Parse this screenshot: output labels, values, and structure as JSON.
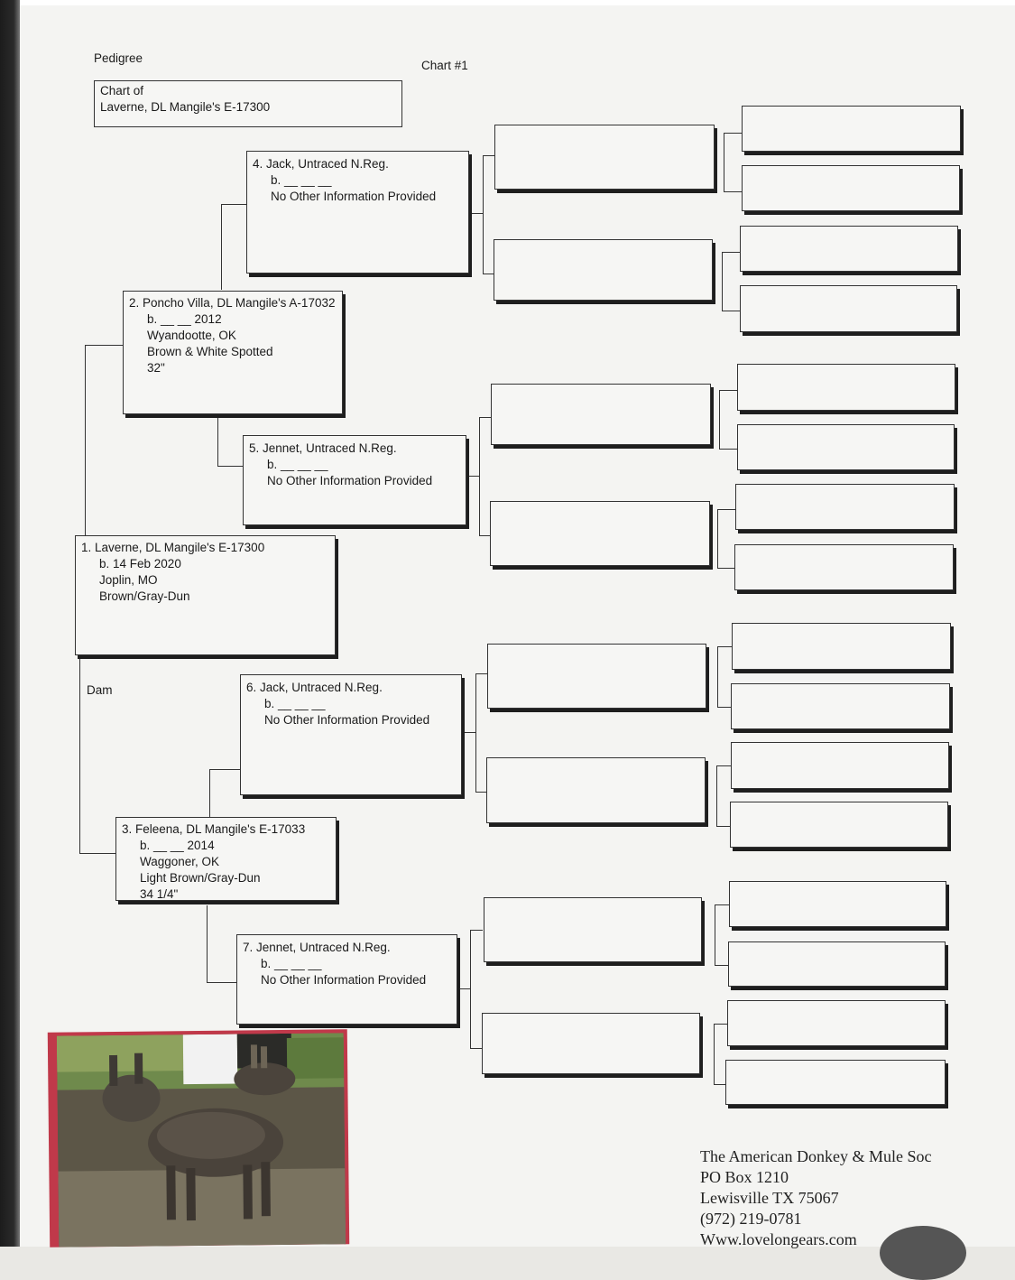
{
  "header": {
    "doc_label": "Pedigree",
    "chart_number": "Chart #1",
    "chart_of_label": "Chart of",
    "chart_of_name": "Laverne, DL Mangile's E-17300"
  },
  "dam_label": "Dam",
  "subject": {
    "name": "1. Laverne, DL Mangile's E-17300",
    "born": "b. 14 Feb 2020",
    "place": "Joplin, MO",
    "color": "Brown/Gray-Dun"
  },
  "sire": {
    "name": "2. Poncho Villa, DL Mangile's A-17032",
    "born": "b. __ __ 2012",
    "place": "Wyandootte, OK",
    "color": "Brown & White Spotted",
    "height": "32\""
  },
  "dam": {
    "name": "3. Feleena, DL Mangile's E-17033",
    "born": "b. __ __ 2014",
    "place": "Waggoner, OK",
    "color": "Light Brown/Gray-Dun",
    "height": "34 1/4\""
  },
  "grandparents": [
    {
      "name": "4. Jack, Untraced N.Reg.",
      "born": "b. __ __ __",
      "info": "No Other Information Provided"
    },
    {
      "name": "5. Jennet, Untraced N.Reg.",
      "born": "b. __ __ __",
      "info": "No Other Information Provided"
    },
    {
      "name": "6. Jack, Untraced N.Reg.",
      "born": "b. __ __ __",
      "info": "No Other Information Provided"
    },
    {
      "name": "7. Jennet, Untraced N.Reg.",
      "born": "b. __ __ __",
      "info": "No Other Information Provided"
    }
  ],
  "footer": {
    "org": "The American Donkey & Mule Soc",
    "address1": "PO Box 1210",
    "address2": "Lewisville TX 75067",
    "phone": "(972) 219-0781",
    "website": "Www.lovelongears.com"
  }
}
